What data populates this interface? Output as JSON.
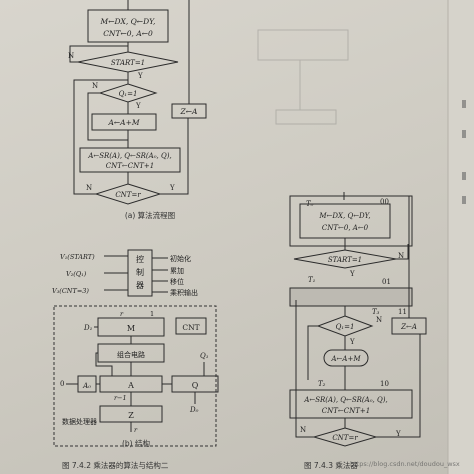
{
  "left_flow": {
    "init": [
      "M←DX, Q←DY,",
      "CNT←0, A←0"
    ],
    "start": "START=1",
    "q_check": "Q₁=1",
    "add": "A←A+M",
    "shift": [
      "A←SR(A), Q←SR(A₀, Q),",
      "CNT←CNT+1"
    ],
    "cnt_check": "CNT=r",
    "z_out": "Z←A",
    "labels": {
      "n": "N",
      "y": "Y"
    },
    "caption": "(a) 算法流程图"
  },
  "control": {
    "inputs": [
      "V₁(START)",
      "V₂(Q₁)",
      "V₃(CNT=3)"
    ],
    "unit": "控制器",
    "outputs": [
      "初始化",
      "累加",
      "移位",
      "乘积输出"
    ],
    "caption": "(b) 结构"
  },
  "datapath": {
    "title": "数据处理器",
    "r_top": "r",
    "one": "1",
    "m": "M",
    "cnt": "CNT",
    "d1": "D₁",
    "comb": "组合电路",
    "q1": "Q₁",
    "zero": "0",
    "a0": "A₀",
    "a": "A",
    "q": "Q",
    "r_minus_1": "r−1",
    "d0": "D₀",
    "z": "Z",
    "r_bottom": "r"
  },
  "fig_left_caption": "图 7.4.2  乘法器的算法与结构二",
  "right_flow": {
    "t0": "T₀",
    "t1": "T₁",
    "t2": "T₂",
    "t3": "T₃",
    "code00": "00",
    "code01": "01",
    "code10": "10",
    "code11": "11",
    "init": [
      "M←DX, Q←DY,",
      "CNT←0, A←0"
    ],
    "start": "START=1",
    "q_check": "Q₁=1",
    "add": "A←A+M",
    "shift": [
      "A←SR(A), Q←SR(A₀, Q),",
      "CNT←CNT+1"
    ],
    "cnt_check": "CNT=r",
    "z_out": "Z←A",
    "labels": {
      "n": "N",
      "y": "Y"
    }
  },
  "fig_right_caption": "图 7.4.3  乘法器",
  "watermark": "https://blog.csdn.net/doudou_wsx"
}
